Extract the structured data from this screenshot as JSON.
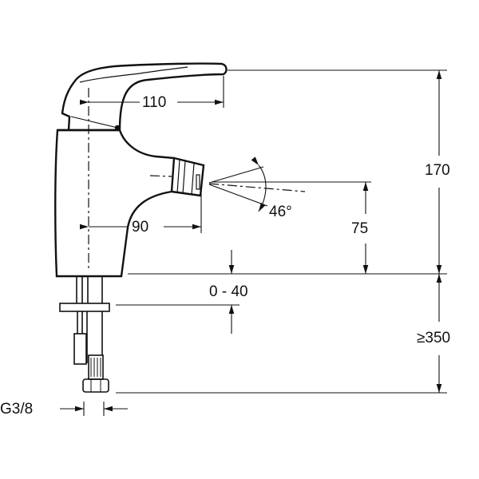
{
  "dimensions": {
    "spout_reach": "110",
    "nozzle_reach": "90",
    "spray_angle": "46°",
    "nozzle_height": "75",
    "total_height": "170",
    "deck_thickness": "0 - 40",
    "hose_length": "≥350",
    "connection": "G3/8"
  },
  "colors": {
    "line": "#111111",
    "background": "#ffffff"
  }
}
